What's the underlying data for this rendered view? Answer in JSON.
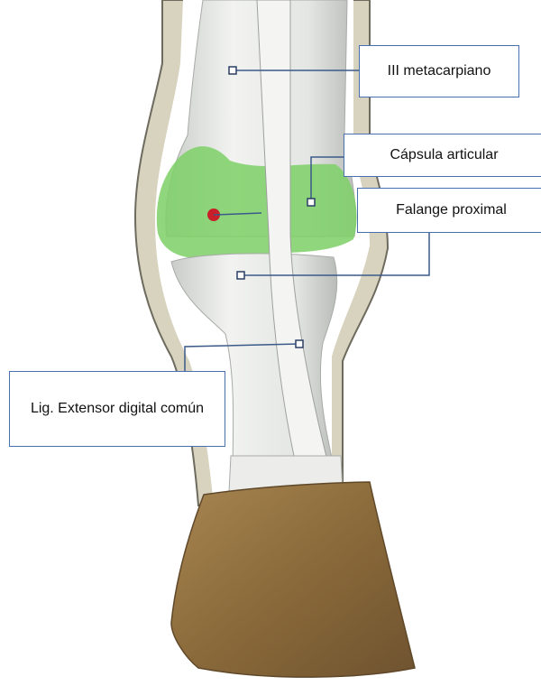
{
  "labels": {
    "metacarpiano": "III metacarpiano",
    "capsula": "Cápsula articular",
    "falange": "Falange proximal",
    "ligamento": "Lig. Extensor digital común"
  },
  "colors": {
    "outline_skin": "#d8d3bf",
    "bone": "#e7e9e6",
    "capsule": "#7fd06a",
    "hoof": "#8e6f3f",
    "leader_line": "#3b5a8a",
    "box_border": "#4a6fae",
    "red_marker": "#c8202a"
  }
}
